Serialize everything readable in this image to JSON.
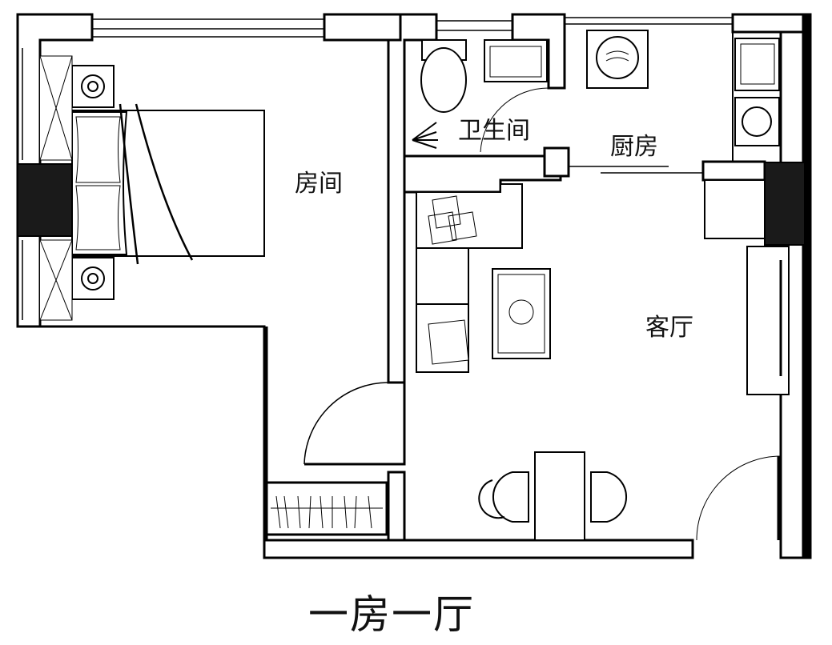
{
  "rooms": {
    "bedroom": "房间",
    "bathroom": "卫生间",
    "kitchen": "厨房",
    "living_room": "客厅"
  },
  "title": "一房一厅",
  "colors": {
    "wall": "#000000",
    "column": "#1a1a1a",
    "background": "#ffffff"
  }
}
